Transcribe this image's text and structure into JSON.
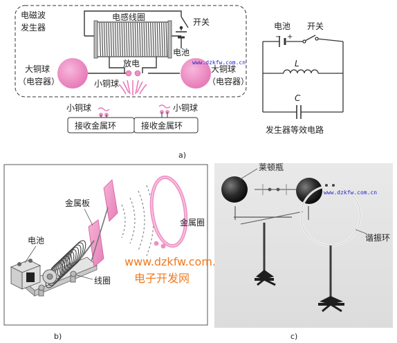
{
  "panel_a": {
    "emw_generator": [
      "电磁波",
      "发生器"
    ],
    "inductor_coil": "电感线圈",
    "switch": "开关",
    "battery": "电池",
    "discharge": "放电",
    "small_copper_ball": "小铜球",
    "large_ball_left": [
      "大铜球",
      "（电容器）"
    ],
    "large_ball_right": [
      "大铜球",
      "（电容器）"
    ],
    "receiver_left_ball": "小铜球",
    "receiver_right_ball": "小铜球",
    "receiver_ring_left": "接收金属环",
    "receiver_ring_right": "接收金属环",
    "watermark": "www.dzkfw.com.cn",
    "equivalent": {
      "battery": "电池",
      "minus": "−",
      "plus": "+",
      "switch": "开关",
      "inductor": "L",
      "capacitor": "C",
      "caption": "发生器等效电路"
    },
    "sublabel": "a)"
  },
  "panel_b": {
    "metal_plate": "金属板",
    "metal_ring": "金属圈",
    "battery": "电池",
    "coil": "线圈",
    "watermark_url": "www.dzkfw.com.cn",
    "watermark_name": "电子开发网",
    "sublabel": "b)"
  },
  "panel_c": {
    "leyden_jar": "莱顿瓶",
    "resonant_ring": "谐振环",
    "watermark": "www.dzkfw.com.cn",
    "sublabel": "c)"
  },
  "colors": {
    "pink": "#ee8fc4",
    "pink_dark": "#d9559b",
    "watermark_blue": "#2323c8",
    "watermark_orange": "#f07a1e"
  }
}
